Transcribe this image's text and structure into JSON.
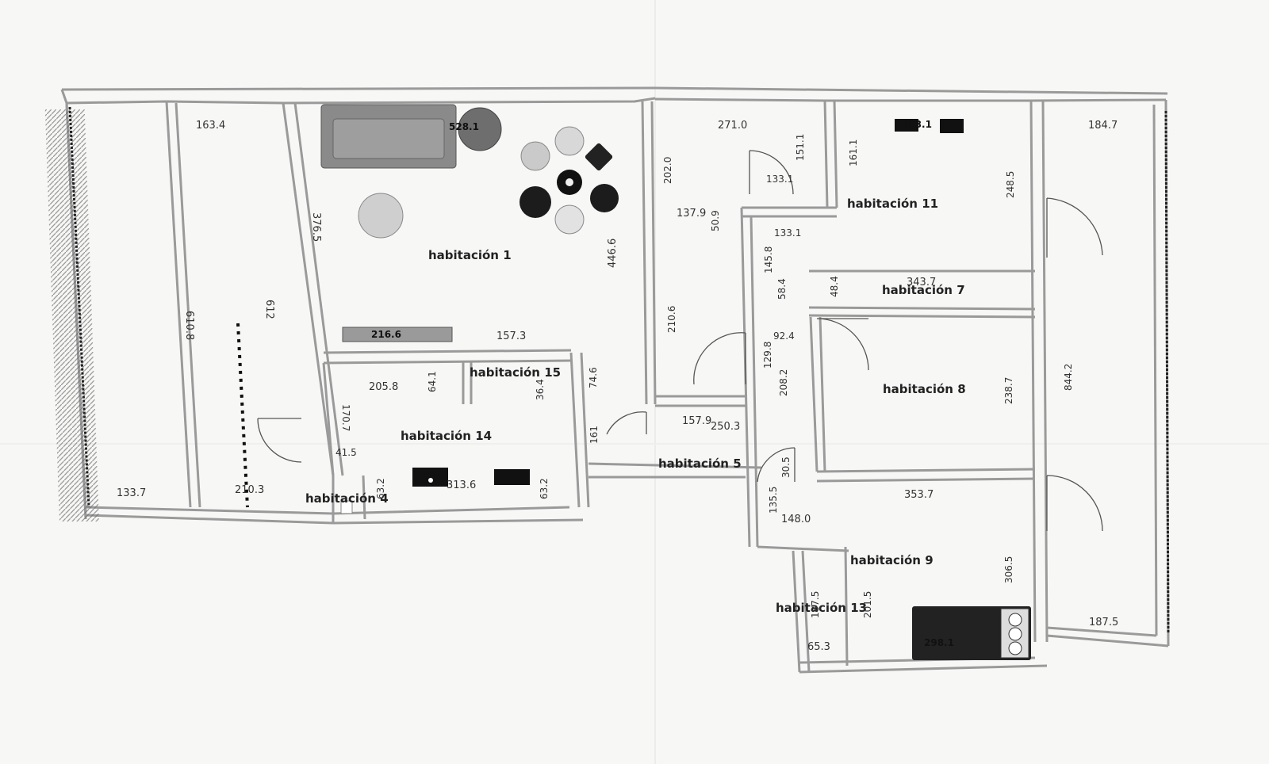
{
  "rooms": {
    "r1": "habitación 1",
    "r4": "habitación 4",
    "r5": "habitación 5",
    "r7": "habitación 7",
    "r8": "habitación 8",
    "r9": "habitación 9",
    "r11": "habitación 11",
    "r13": "habitación 13",
    "r14": "habitación 14",
    "r15": "habitación 15"
  },
  "dims": {
    "d163_4": "163.4",
    "d610_8": "610.8",
    "d612": "612",
    "d133_7": "133.7",
    "d210_3": "210.3",
    "d528_1": "528.1",
    "d376_5": "376.5",
    "d446_6": "446.6",
    "d216_6": "216.6",
    "d157_3": "157.3",
    "d205_8": "205.8",
    "d64_1": "64.1",
    "d36_4": "36.4",
    "d74_6": "74.6",
    "d170_7": "170.7",
    "d41_5": "41.5",
    "d63_2a": "63.2",
    "d313_6": "313.6",
    "d63_2b": "63.2",
    "d161": "161",
    "d271_0": "271.0",
    "d202_0": "202.0",
    "d151_1": "151.1",
    "d133_1a": "133.1",
    "d137_9": "137.9",
    "d50_9": "50.9",
    "d133_1b": "133.1",
    "d145_8": "145.8",
    "d58_4": "58.4",
    "d210_6": "210.6",
    "d92_4": "92.4",
    "d129_8": "129.8",
    "d208_2": "208.2",
    "d157_9": "157.9",
    "d250_3": "250.3",
    "d30_5": "30.5",
    "d135_5": "135.5",
    "d148_0": "148.0",
    "d313_1": "313.1",
    "d161_1": "161.1",
    "d248_5": "248.5",
    "d343_7": "343.7",
    "d48_4": "48.4",
    "d238_7": "238.7",
    "d353_7": "353.7",
    "d306_5": "306.5",
    "d298_1": "298.1",
    "d187_5a": "187.5",
    "d201_5": "201.5",
    "d65_3": "65.3",
    "d184_7": "184.7",
    "d844_2": "844.2",
    "d187_5b": "187.5"
  }
}
